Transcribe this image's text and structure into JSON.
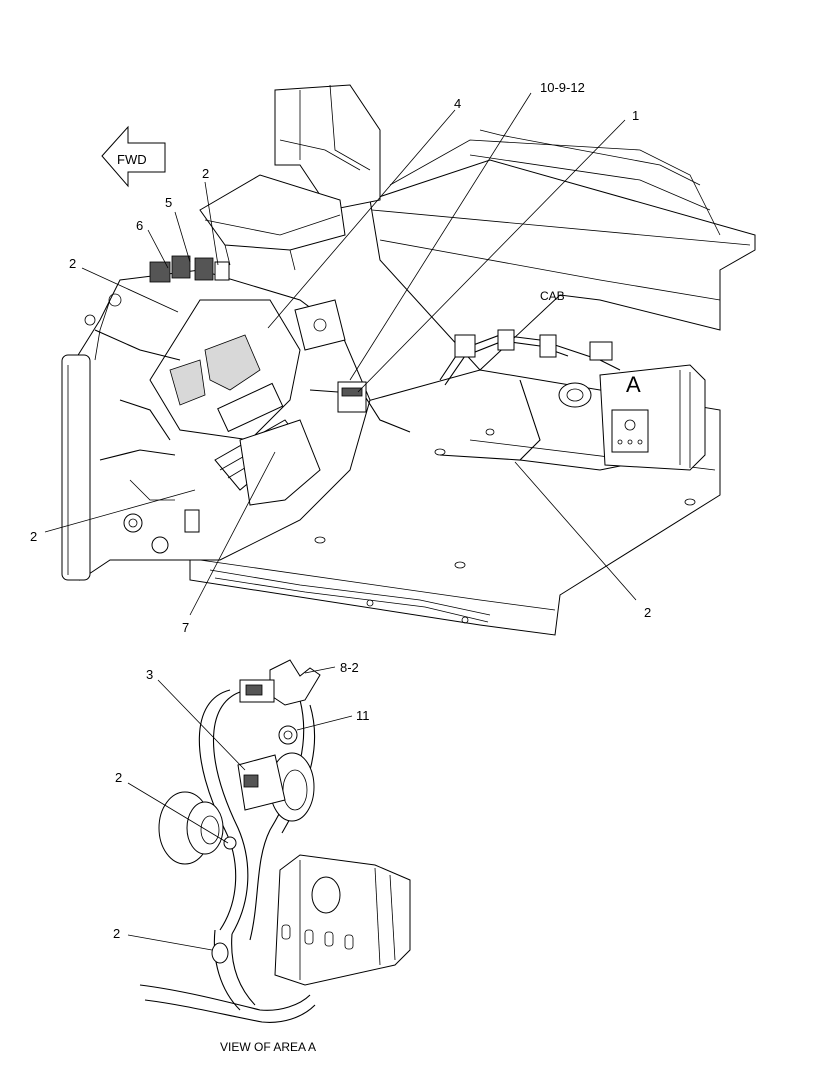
{
  "labels": {
    "fwd": "FWD",
    "cab": "CAB",
    "area_a": "A",
    "view_caption": "VIEW OF AREA A"
  },
  "callouts": [
    {
      "id": "c-10-9-12",
      "text": "10-9-12"
    },
    {
      "id": "c-4",
      "text": "4"
    },
    {
      "id": "c-1",
      "text": "1"
    },
    {
      "id": "c-2-top",
      "text": "2"
    },
    {
      "id": "c-5",
      "text": "5"
    },
    {
      "id": "c-6",
      "text": "6"
    },
    {
      "id": "c-2-left",
      "text": "2"
    },
    {
      "id": "c-2-bottom-left",
      "text": "2"
    },
    {
      "id": "c-7",
      "text": "7"
    },
    {
      "id": "c-2-right",
      "text": "2"
    },
    {
      "id": "c-3",
      "text": "3"
    },
    {
      "id": "c-8-2",
      "text": "8-2"
    },
    {
      "id": "c-11",
      "text": "11"
    },
    {
      "id": "c-2-detail-upper",
      "text": "2"
    },
    {
      "id": "c-2-detail-lower",
      "text": "2"
    }
  ]
}
